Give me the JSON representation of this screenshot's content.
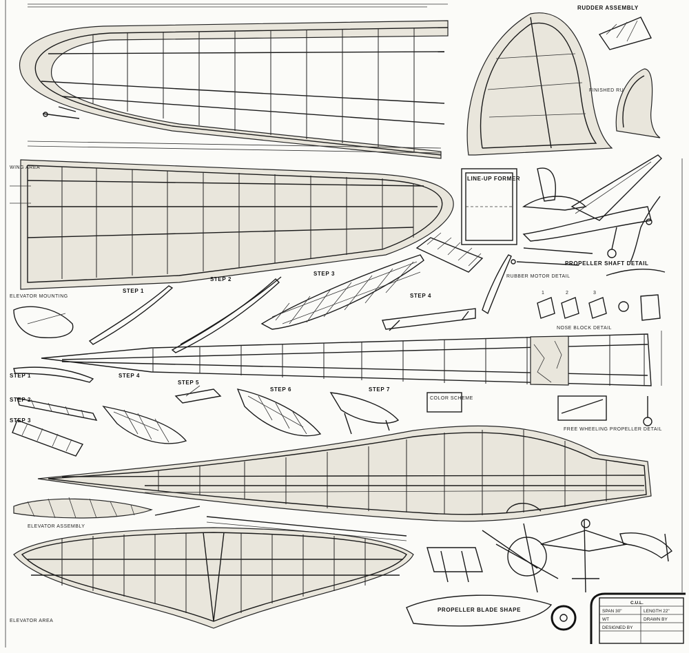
{
  "labels": {
    "wing_area": "WING AREA",
    "elevator_mounting": "ELEVATOR MOUNTING",
    "step1": "STEP 1",
    "step2": "STEP 2",
    "step3": "STEP 3",
    "step4": "STEP 4",
    "step4b": "STEP 4",
    "step5": "STEP 5",
    "step6": "STEP 6",
    "step7": "STEP 7",
    "step1b": "STEP 1",
    "step2b": "STEP 2",
    "step3b": "STEP 3",
    "rudder_assembly": "RUDDER ASSEMBLY",
    "finished_rudder": "FINISHED RUDDER",
    "lineup_former": "LINE-UP FORMER",
    "propeller_shaft_detail": "PROPELLER SHAFT DETAIL",
    "rubber_motor_detail": "RUBBER MOTOR DETAIL",
    "nose_block_detail": "NOSE BLOCK DETAIL",
    "color scheme": "COLOR SCHEME",
    "free_wheeling": "FREE WHEELING PROPELLER DETAIL",
    "elevator_assembly": "ELEVATOR ASSEMBLY",
    "elevator_area": "ELEVATOR AREA",
    "propeller_blade_shape": "PROPELLER BLADE SHAPE",
    "step_num_1": "1",
    "step_num_2": "2",
    "step_num_3": "3"
  },
  "title_block": {
    "name": "C.U.L.",
    "span": "SPAN 30\"",
    "length": "LENGTH 22\"",
    "wt": "WT",
    "drawn_by": "DRAWN BY",
    "designed_by": "DESIGNED BY"
  },
  "icons": [
    "wing-plan",
    "rudder",
    "fuselage",
    "propeller",
    "wheel",
    "aircraft-3d-view"
  ]
}
